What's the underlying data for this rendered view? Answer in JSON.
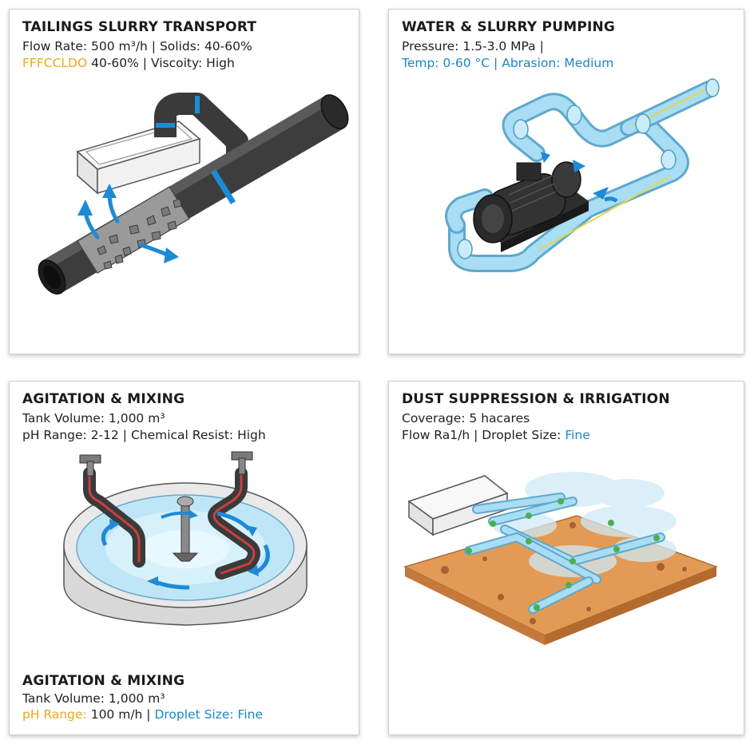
{
  "panels": [
    {
      "title": "TAILINGS SLURRY TRANSPORT",
      "line1": "Flow Rate: 500 m³/h | Solids: 40-60%",
      "line2_highlight": "FFFCCLDO",
      "line2_rest": " 40-60% | Viscoity: High"
    },
    {
      "title": "WATER & SLURRY PUMPING",
      "line1": "Pressure: 1.5-3.0 MPa |",
      "line2": "Temp: 0-60 °C | Abrasion: Medium"
    },
    {
      "title": "AGITATION & MIXING",
      "line1": "Tank Volume: 1,000 m³",
      "line2": "pH Range: 2-12 | Chemical Resist: High",
      "footer_title": "AGITATION & MIXING",
      "footer_line1": "Tank Volume: 1,000 m³",
      "footer_line2_highlight": "pH Range:",
      "footer_line2_mid": "  100 m/h | ",
      "footer_line2_blue": "Droplet Size: Fine"
    },
    {
      "title": "DUST SUPPRESSION & IRRIGATION",
      "line1": "Coverage: 5 hacares",
      "line2_prefix": "Flow Ra1/h | Droplet Size: ",
      "line2_blue": "Fine"
    }
  ],
  "colors": {
    "pipe_dark": "#3a3a3a",
    "pipe_light": "#9fd6ef",
    "flow_arrow": "#1e8ad6",
    "ground": "#e39a55",
    "accent_yellow": "#e8a91a",
    "accent_blue": "#1a86c7"
  },
  "icons": [
    "flow-arrow-icon",
    "pump-motor-icon",
    "agitator-icon",
    "spray-mist-icon"
  ]
}
